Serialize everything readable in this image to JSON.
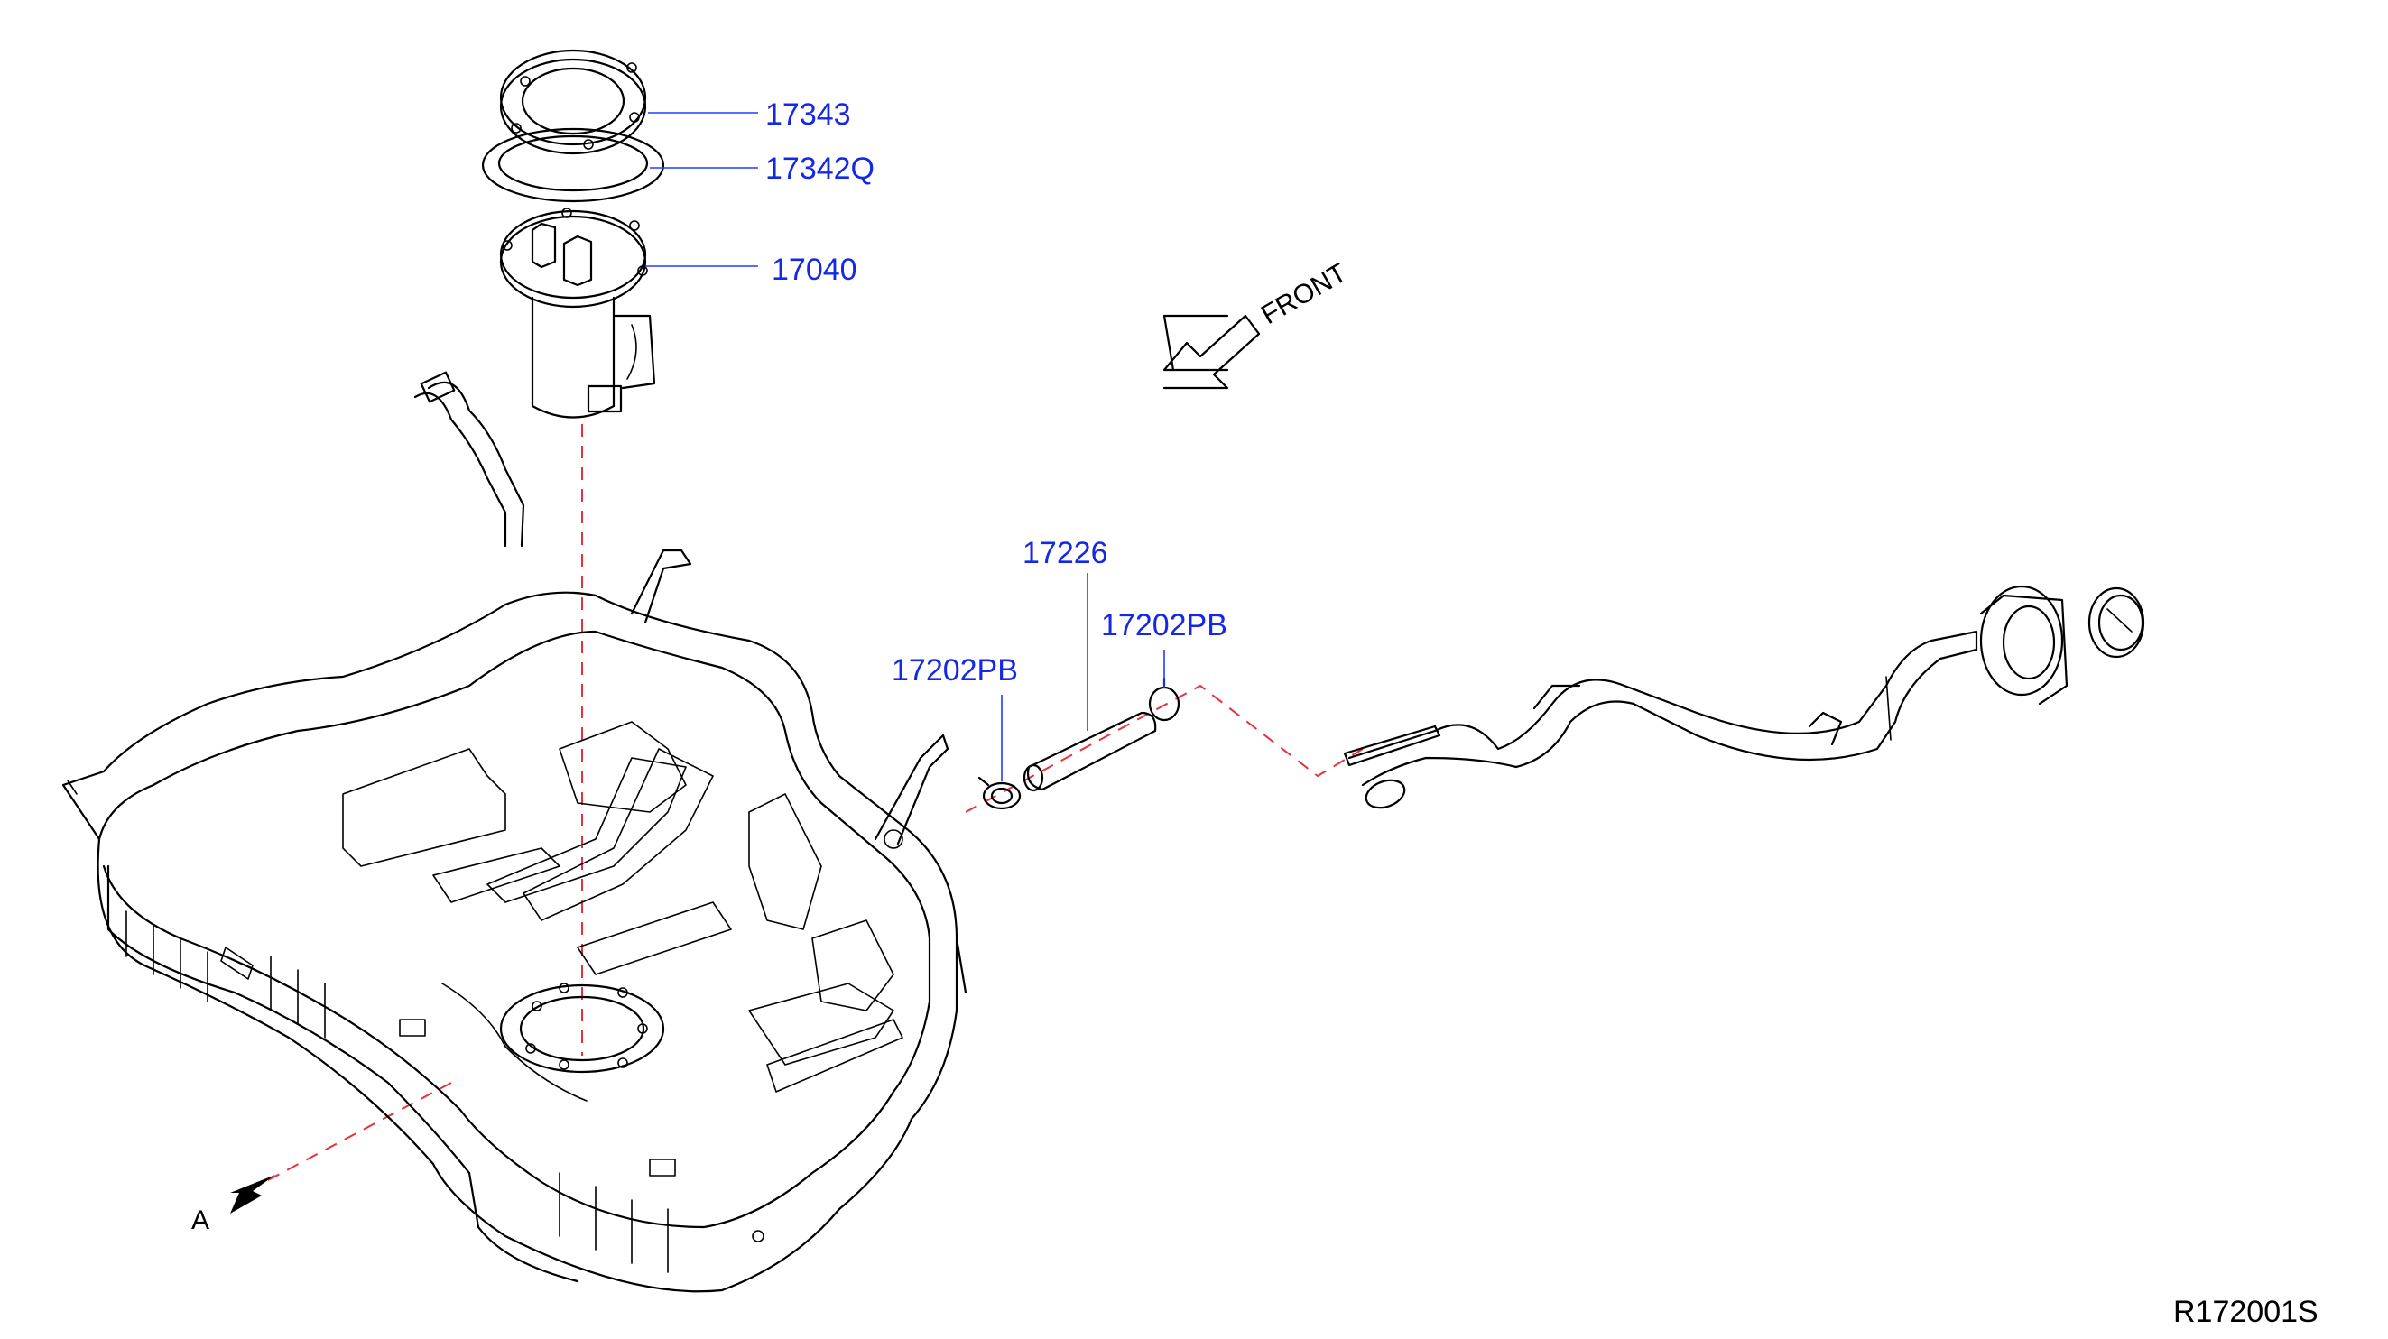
{
  "part_labels": [
    {
      "id": "17343",
      "text": "17343"
    },
    {
      "id": "17342Q",
      "text": "17342Q"
    },
    {
      "id": "17040",
      "text": "17040"
    },
    {
      "id": "17226",
      "text": "17226"
    },
    {
      "id": "17202PB_right",
      "text": "17202PB"
    },
    {
      "id": "17202PB_left",
      "text": "17202PB"
    }
  ],
  "direction_label": "FRONT",
  "view_label": "A",
  "diagram_code": "R172001S",
  "colors": {
    "label": "#1428e8",
    "leader": "#1f3fff",
    "centerline": "#e8313a",
    "outline": "#000000"
  }
}
